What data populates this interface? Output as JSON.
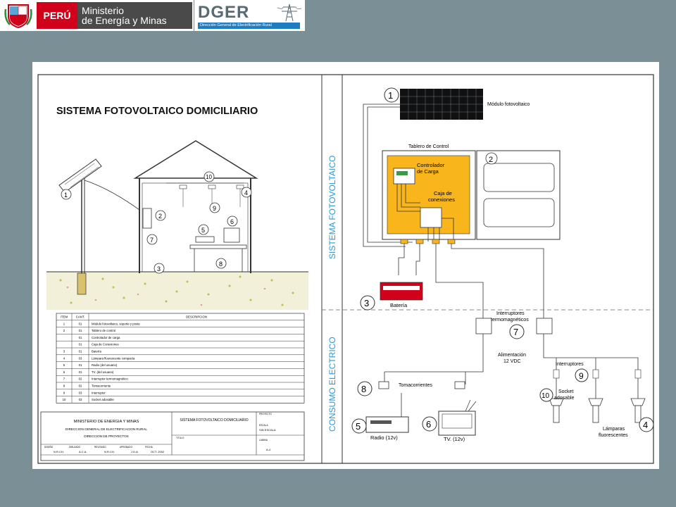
{
  "header": {
    "peru_label": "PERÚ",
    "ministry_line1": "Ministerio",
    "ministry_line2": "de Energía y Minas",
    "dger_title": "DGER",
    "dger_subtitle": "Dirección General de Electrificación Rural"
  },
  "diagram": {
    "title": "SISTEMA FOTOVOLTAICO DOMICILIARIO",
    "section_top_label": "SISTEMA FOTOVOLTAICO",
    "section_bottom_label": "CONSUMO ELECTRICO",
    "labels": {
      "module": "Módulo fotovoltaico",
      "board": "Tablero de Control",
      "controller_line1": "Controlador",
      "controller_line2": "de Carga",
      "junction_line1": "Caja de",
      "junction_line2": "conexiones",
      "battery": "Batería",
      "breakers_line1": "Interruptores",
      "breakers_line2": "termomagnéticos",
      "power_line1": "Alimentación",
      "power_line2": "12 VDC",
      "switches": "Interruptores",
      "outlets": "Tomacorrientes",
      "socket_line1": "Socket",
      "socket_line2": "adosable",
      "radio": "Radio (12v)",
      "tv": "TV. (12v)",
      "lamps_line1": "Lámparas",
      "lamps_line2": "fluorescentes"
    },
    "table": {
      "headers": [
        "ITEM",
        "CANT.",
        "DESCRIPCION"
      ],
      "rows": [
        [
          "1",
          "01",
          "Módulo fotovoltaico, soporte y poste"
        ],
        [
          "2",
          "01",
          "Tablero de control"
        ],
        [
          "",
          "01",
          "Controlador de carga"
        ],
        [
          "",
          "01",
          "Caja de Conexiones"
        ],
        [
          "3",
          "01",
          "Batería"
        ],
        [
          "4",
          "03",
          "Lámpara fluorescente compacta"
        ],
        [
          "5",
          "01",
          "Radio (del usuario)"
        ],
        [
          "6",
          "01",
          "TV. (del usuario)"
        ],
        [
          "7",
          "02",
          "Interruptor termomagnético"
        ],
        [
          "8",
          "02",
          "Tomacorriente"
        ],
        [
          "9",
          "03",
          "Interruptor"
        ],
        [
          "10",
          "03",
          "Socket adosable"
        ]
      ]
    },
    "title_block": {
      "org_line1": "MINISTERIO DE ENERGIA Y MINAS",
      "org_line2": "DIRECCION GENERAL DE ELECTRIFICACION RURAL",
      "org_line3": "DIRECCION DE PROYECTOS",
      "drawing_title": "SISTEMA FOTOVOLTAICO DOMICILIARIO",
      "scale_value": "SIN ESCALA",
      "sheet_value": "A-4",
      "date_value": "OCT. 2002",
      "small_header_labels": [
        "DISEÑO",
        "DIBUJADO",
        "REVISADO",
        "APROBADO",
        "FECHA"
      ],
      "small_header_values": [
        "N.R.CH.",
        "A.C.A.",
        "N.R.CH.",
        "J.D.A."
      ],
      "side_labels": [
        "PROYECTO",
        "ESCALA",
        "LAMINA",
        "TITULO"
      ]
    }
  }
}
